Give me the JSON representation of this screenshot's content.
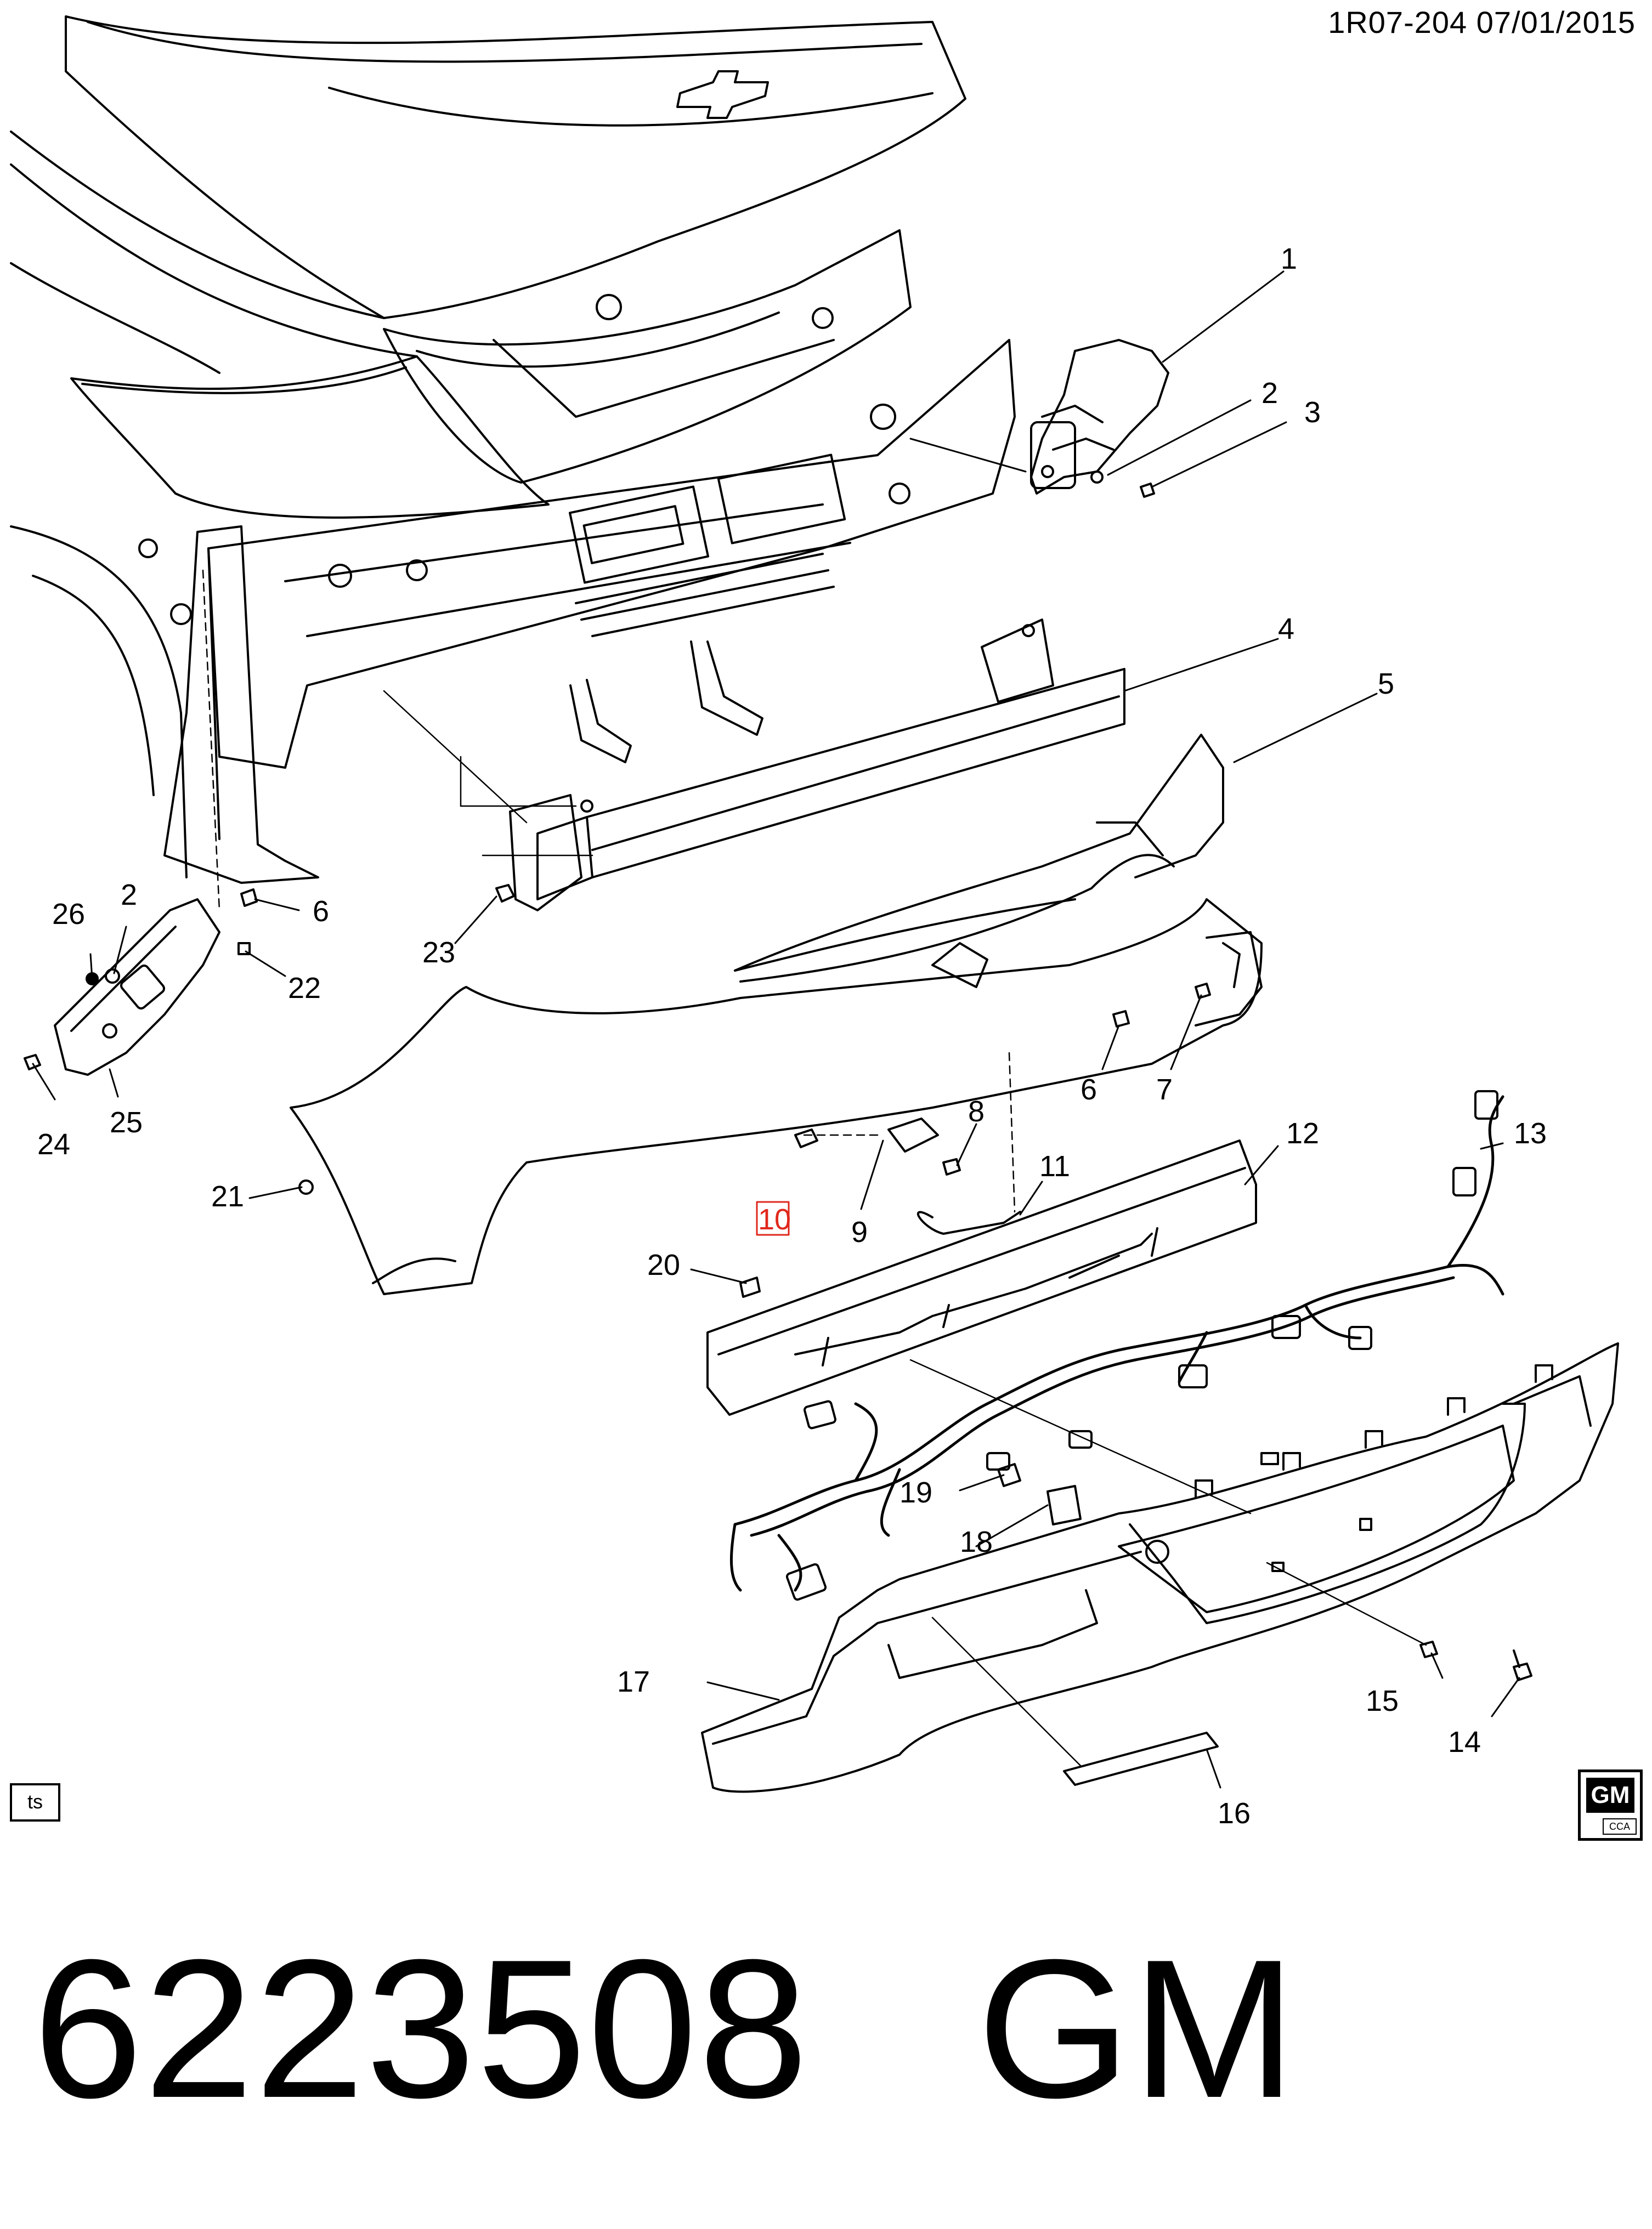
{
  "header": {
    "ref": "1R07-204  07/01/2015"
  },
  "callouts": {
    "c1": "1",
    "c2a": "2",
    "c2b": "2",
    "c3": "3",
    "c4": "4",
    "c5": "5",
    "c6a": "6",
    "c6b": "6",
    "c7": "7",
    "c8": "8",
    "c9": "9",
    "c10": "10",
    "c11": "11",
    "c12": "12",
    "c13": "13",
    "c14": "14",
    "c15": "15",
    "c16": "16",
    "c17": "17",
    "c18": "18",
    "c19": "19",
    "c20": "20",
    "c21": "21",
    "c22": "22",
    "c23": "23",
    "c24": "24",
    "c25": "25",
    "c26": "26"
  },
  "badges": {
    "ts": "ts",
    "gm_mark": "GM",
    "gm_sub": "CCA"
  },
  "footer": {
    "part_number": "6223508   GM"
  },
  "highlight": {
    "callout": "10",
    "color": "#e0281c"
  }
}
